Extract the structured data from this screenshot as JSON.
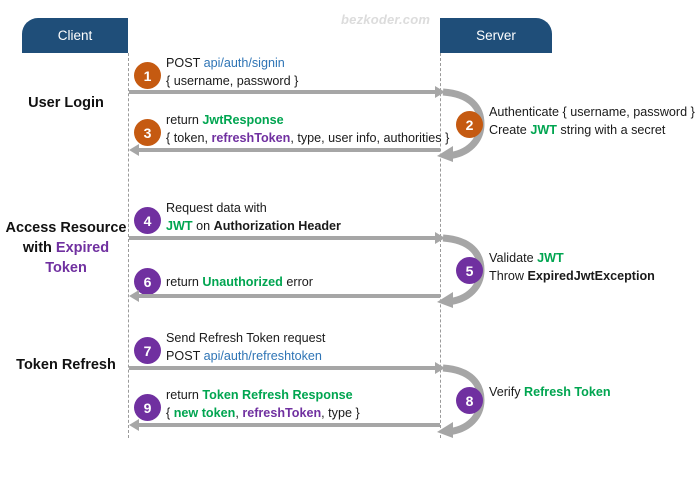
{
  "watermark": "bezkoder.com",
  "colors": {
    "actor_bar": "#1F4E79",
    "badge_orange": "#C55A11",
    "badge_purple": "#7030A0",
    "arrow_gray": "#A6A6A6",
    "accent_green": "#00A550",
    "accent_blue": "#2E74B5",
    "accent_purple": "#7030A0"
  },
  "actors": {
    "client": "Client",
    "server": "Server"
  },
  "sections": [
    {
      "lines": [
        "User",
        "Login"
      ],
      "accent_line_index": -1
    },
    {
      "lines": [
        "Access",
        "Resource",
        "with",
        "Expired Token"
      ],
      "accent_line_index": 3
    },
    {
      "lines": [
        "Token",
        "Refresh"
      ],
      "accent_line_index": -1
    }
  ],
  "section_lines": {
    "s1l1": "User",
    "s1l2": "Login",
    "s2l1": "Access",
    "s2l2": "Resource",
    "s2l3": "with",
    "s2l4": "Expired Token",
    "s3l1": "Token",
    "s3l2": "Refresh"
  },
  "steps": [
    {
      "number": "1",
      "color": "orange",
      "direction": "client-to-server",
      "lines": [
        [
          {
            "t": "POST ",
            "s": "plain"
          },
          {
            "t": "api/auth/signin",
            "s": "blue"
          }
        ],
        [
          {
            "t": "{ username, password }",
            "s": "plain"
          }
        ]
      ]
    },
    {
      "number": "2",
      "color": "orange",
      "direction": "server-self",
      "lines": [
        [
          {
            "t": "Authenticate { username, password }",
            "s": "plain"
          }
        ],
        [
          {
            "t": "Create ",
            "s": "plain"
          },
          {
            "t": "JWT",
            "s": "green"
          },
          {
            "t": " string with a secret",
            "s": "plain"
          }
        ]
      ]
    },
    {
      "number": "3",
      "color": "orange",
      "direction": "server-to-client",
      "lines": [
        [
          {
            "t": "return ",
            "s": "plain"
          },
          {
            "t": "JwtResponse",
            "s": "green"
          }
        ],
        [
          {
            "t": "{ token, ",
            "s": "plain"
          },
          {
            "t": "refreshToken",
            "s": "purple"
          },
          {
            "t": ", type, user info, authorities }",
            "s": "plain"
          }
        ]
      ]
    },
    {
      "number": "4",
      "color": "purple",
      "direction": "client-to-server",
      "lines": [
        [
          {
            "t": "Request data with",
            "s": "plain"
          }
        ],
        [
          {
            "t": "JWT",
            "s": "green"
          },
          {
            "t": " on ",
            "s": "plain"
          },
          {
            "t": "Authorization Header",
            "s": "bold"
          }
        ]
      ]
    },
    {
      "number": "5",
      "color": "purple",
      "direction": "server-self",
      "lines": [
        [
          {
            "t": "Validate ",
            "s": "plain"
          },
          {
            "t": "JWT",
            "s": "green"
          }
        ],
        [
          {
            "t": "Throw ",
            "s": "plain"
          },
          {
            "t": "ExpiredJwtException",
            "s": "bold"
          }
        ]
      ]
    },
    {
      "number": "6",
      "color": "purple",
      "direction": "server-to-client",
      "lines": [
        [
          {
            "t": "return ",
            "s": "plain"
          },
          {
            "t": "Unauthorized",
            "s": "green"
          },
          {
            "t": " error",
            "s": "plain"
          }
        ]
      ]
    },
    {
      "number": "7",
      "color": "purple",
      "direction": "client-to-server",
      "lines": [
        [
          {
            "t": "Send Refresh Token request",
            "s": "plain"
          }
        ],
        [
          {
            "t": "POST ",
            "s": "plain"
          },
          {
            "t": "api/auth/refreshtoken",
            "s": "blue"
          }
        ]
      ]
    },
    {
      "number": "8",
      "color": "purple",
      "direction": "server-self",
      "lines": [
        [
          {
            "t": "Verify ",
            "s": "plain"
          },
          {
            "t": "Refresh Token",
            "s": "green"
          }
        ]
      ]
    },
    {
      "number": "9",
      "color": "purple",
      "direction": "server-to-client",
      "lines": [
        [
          {
            "t": "return ",
            "s": "plain"
          },
          {
            "t": "Token Refresh Response",
            "s": "green"
          }
        ],
        [
          {
            "t": "{ ",
            "s": "plain"
          },
          {
            "t": "new token",
            "s": "green"
          },
          {
            "t": ", ",
            "s": "plain"
          },
          {
            "t": "refreshToken",
            "s": "purple"
          },
          {
            "t": ", type }",
            "s": "plain"
          }
        ]
      ]
    }
  ],
  "step_text": {
    "n1": "1",
    "n2": "2",
    "n3": "3",
    "n4": "4",
    "n5": "5",
    "n6": "6",
    "n7": "7",
    "n8": "8",
    "n9": "9"
  }
}
